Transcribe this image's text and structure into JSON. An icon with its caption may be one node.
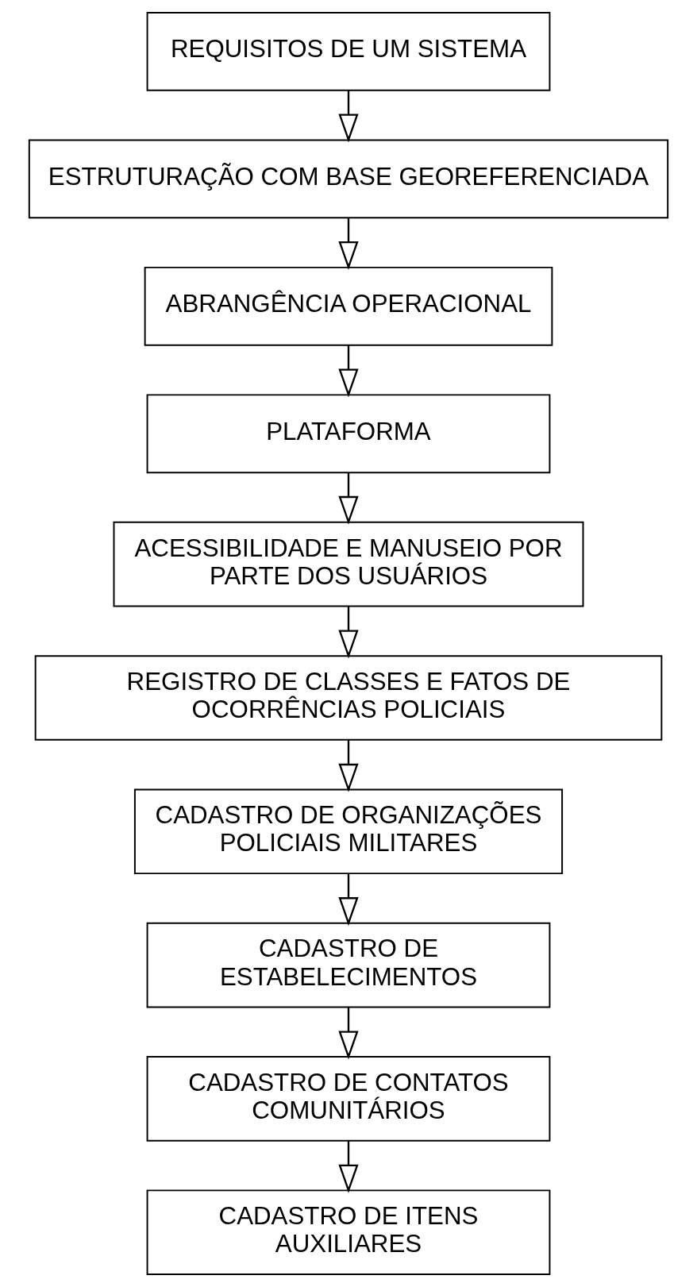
{
  "diagram": {
    "nodes": [
      {
        "text": [
          "REQUISITOS DE UM SISTEMA"
        ]
      },
      {
        "text": [
          "ESTRUTURAÇÃO COM BASE GEOREFERENCIADA"
        ]
      },
      {
        "text": [
          "ABRANGÊNCIA OPERACIONAL"
        ]
      },
      {
        "text": [
          "PLATAFORMA"
        ]
      },
      {
        "text": [
          "ACESSIBILIDADE E MANUSEIO POR PARTE DOS USUÁRIOS"
        ]
      },
      {
        "text": [
          "REGISTRO DE CLASSES E FATOS DE OCORRÊNCIAS POLICIAIS"
        ]
      },
      {
        "text": [
          "CADASTRO DE ORGANIZAÇÕES POLICIAIS MILITARES"
        ]
      },
      {
        "text": [
          "CADASTRO DE ESTABELECIMENTOS"
        ]
      },
      {
        "text": [
          "CADASTRO DE CONTATOS COMUNITÁRIOS"
        ]
      },
      {
        "text": [
          "CADASTRO DE ITENS AUXILIARES"
        ]
      }
    ],
    "edges": [
      {
        "from": 0,
        "to": 1,
        "arrow": "to"
      },
      {
        "from": 1,
        "to": 2,
        "arrow": "to"
      },
      {
        "from": 2,
        "to": 3,
        "arrow": "to"
      },
      {
        "from": 3,
        "to": 4,
        "arrow": "to"
      },
      {
        "from": 4,
        "to": 5,
        "arrow": "to"
      },
      {
        "from": 5,
        "to": 6,
        "arrow": "to"
      },
      {
        "from": 6,
        "to": 7,
        "arrow": "to"
      },
      {
        "from": 7,
        "to": 8,
        "arrow": "to"
      },
      {
        "from": 8,
        "to": 9,
        "arrow": "to"
      }
    ]
  }
}
